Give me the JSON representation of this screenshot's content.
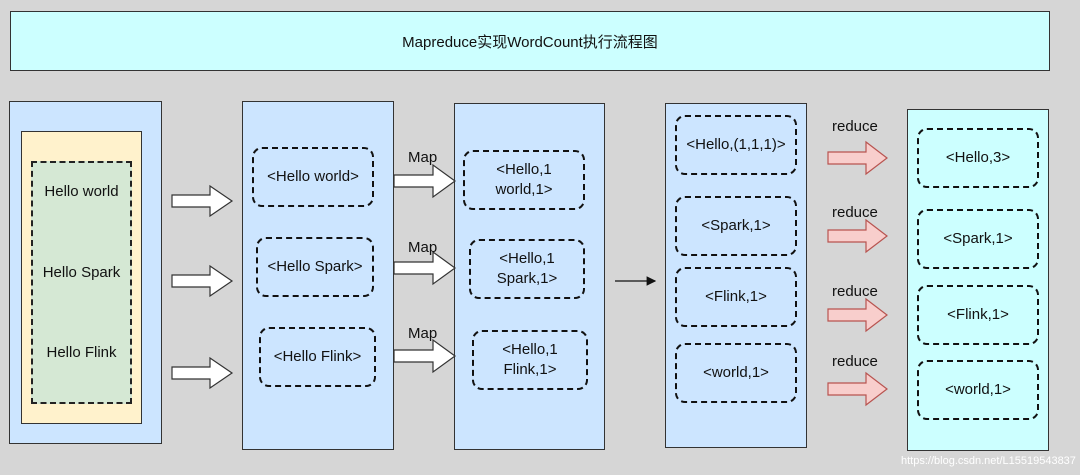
{
  "title": "Mapreduce实现WordCount执行流程图",
  "input": {
    "lines": [
      "Hello world",
      "Hello Spark",
      "Hello Flink"
    ]
  },
  "split": {
    "items": [
      "<Hello world>",
      "<Hello Spark>",
      "<Hello Flink>"
    ]
  },
  "map": {
    "label": "Map",
    "outputs": [
      "<Hello,1\nworld,1>",
      "<Hello,1\nSpark,1>",
      "<Hello,1\nFlink,1>"
    ]
  },
  "shuffle": {
    "items": [
      "<Hello,(1,1,1)>",
      "<Spark,1>",
      "<Flink,1>",
      "<world,1>"
    ]
  },
  "reduce": {
    "label": "reduce",
    "results": [
      "<Hello,3>",
      "<Spark,1>",
      "<Flink,1>",
      "<world,1>"
    ]
  },
  "watermark": "https://blog.csdn.net/L15519543837",
  "colors": {
    "background": "#d6d6d6",
    "title_fill": "#ccffff",
    "panel_blue": "#cce5ff",
    "panel_cyan": "#ccffff",
    "input_yellow": "#fff2cc",
    "input_green": "#d5e8d4",
    "reduce_arrow_fill": "#f8cecc",
    "reduce_arrow_stroke": "#b85450"
  }
}
